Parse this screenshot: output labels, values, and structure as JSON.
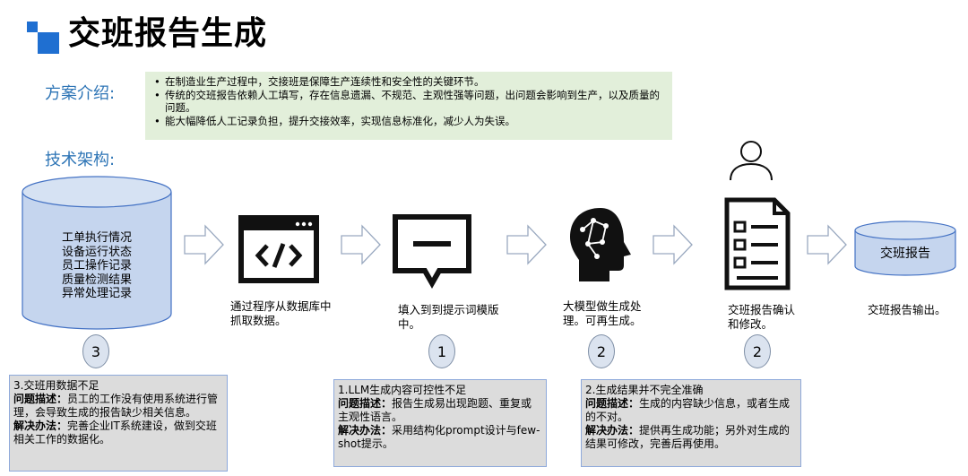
{
  "title": "交班报告生成",
  "intro": {
    "label": "方案介绍:",
    "bullets": [
      "在制造业生产过程中，交接班是保障生产连续性和安全性的关键环节。",
      "传统的交班报告依赖人工填写，存在信息遗漏、不规范、主观性强等问题，出问题会影响到生产，以及质量的问题。",
      "能大幅降低人工记录负担，提升交接效率，实现信息标准化，减少人为失误。"
    ]
  },
  "arch": {
    "label": "技术架构:"
  },
  "database": {
    "lines": [
      "工单执行情况",
      "设备运行状态",
      "员工操作记录",
      "质量检测结果",
      "异常处理记录"
    ]
  },
  "steps": {
    "code_caption": "通过程序从数据库中抓取数据。",
    "prompt_caption": "填入到到提示词模版中。",
    "llm_caption": "大模型做生成处理。可再生成。",
    "confirm_caption": "交班报告确认和修改。",
    "report_label": "交班报告",
    "output_caption": "交班报告输出。"
  },
  "circles": [
    "3",
    "1",
    "2",
    "2"
  ],
  "problems": [
    {
      "heading": "3.交班用数据不足",
      "desc_label": "问题描述：",
      "desc": "员工的工作没有使用系统进行管理，会导致生成的报告缺少相关信息。",
      "sol_label": "解决办法：",
      "sol": "完善企业IT系统建设，做到交班相关工作的数据化。"
    },
    {
      "heading": "1.LLM生成内容可控性不足",
      "desc_label": "问题描述：",
      "desc": "报告生成易出现跑题、重复或主观性语言。",
      "sol_label": "解决办法：",
      "sol": "采用结构化prompt设计与few-shot提示。"
    },
    {
      "heading": "2.生成结果并不完全准确",
      "desc_label": "问题描述：",
      "desc": "生成的内容缺少信息，或者生成的不对。",
      "sol_label": "解决办法：",
      "sol": "提供再生成功能；另外对生成的结果可修改，完善后再使用。"
    }
  ],
  "colors": {
    "accent": "#2e75b6",
    "title_icon": "#1f6fd1",
    "intro_bg": "#e2efda",
    "db_fill": "#c5d5ee",
    "db_stroke": "#4472c4",
    "problem_bg": "#dcdcdc",
    "problem_border": "#8ea9db"
  }
}
